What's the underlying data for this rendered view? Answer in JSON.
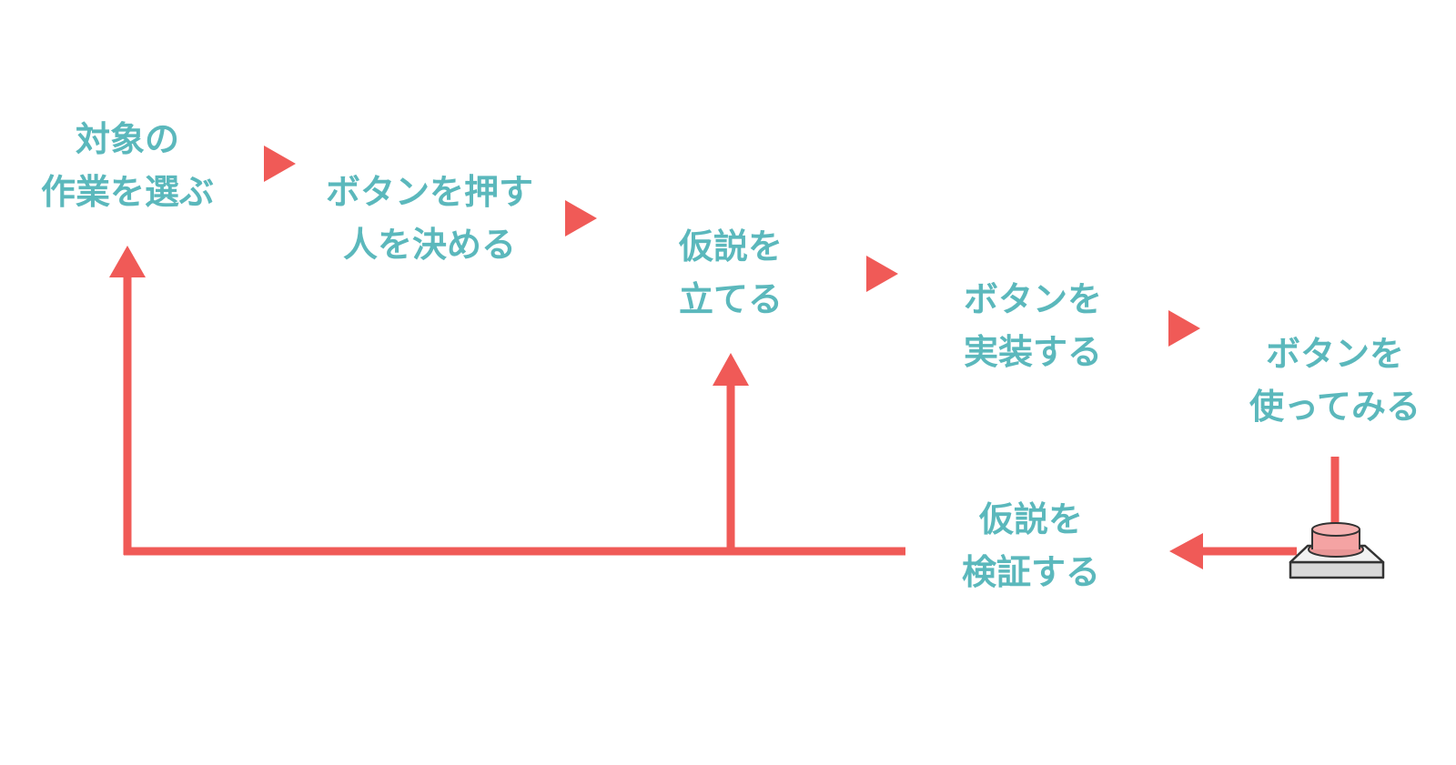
{
  "colors": {
    "text": "#5bb8bc",
    "arrow": "#f05a57",
    "button_top": "#f4a3a3",
    "button_base": "#e4e4e4",
    "button_outline": "#333333"
  },
  "steps": [
    {
      "line1": "対象の",
      "line2": "作業を選ぶ"
    },
    {
      "line1": "ボタンを押す",
      "line2": "人を決める"
    },
    {
      "line1": "仮説を",
      "line2": "立てる"
    },
    {
      "line1": "ボタンを",
      "line2": "実装する"
    },
    {
      "line1": "ボタンを",
      "line2": "使ってみる"
    },
    {
      "line1": "仮説を",
      "line2": "検証する"
    }
  ],
  "icons": {
    "flow_arrow": "triangle-right-icon",
    "press_button": "push-button-icon"
  }
}
